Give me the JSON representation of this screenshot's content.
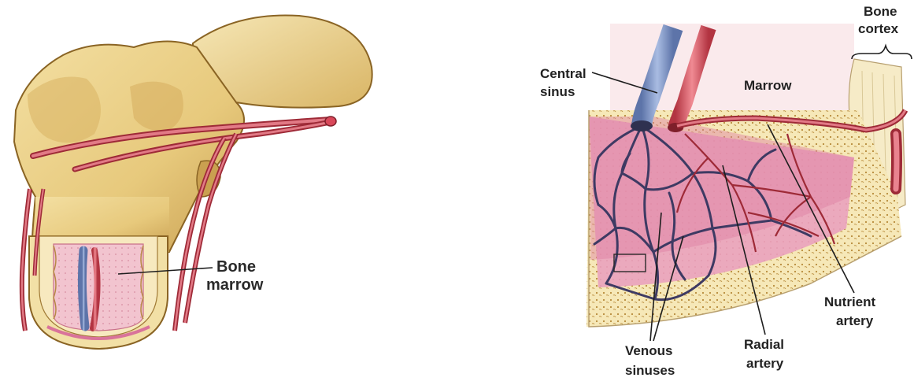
{
  "left_panel": {
    "labels": {
      "bone_marrow": [
        "Bone",
        "marrow"
      ]
    }
  },
  "right_panel": {
    "labels": {
      "bone_cortex": [
        "Bone",
        "cortex"
      ],
      "central_sinus": [
        "Central",
        "sinus"
      ],
      "marrow": "Marrow",
      "nutrient_artery": [
        "Nutrient",
        "artery"
      ],
      "radial_artery": [
        "Radial",
        "artery"
      ],
      "venous_sinuses": [
        "Venous",
        "sinuses"
      ]
    }
  },
  "colors": {
    "bone": "#ecd48e",
    "bone_shadow": "#c99a4a",
    "marrow": "#e18aa8",
    "artery": "#d64b5a",
    "vein": "#8ea4cf",
    "venous_network": "#3e3a63",
    "trabecular": "#f1e1b3"
  }
}
